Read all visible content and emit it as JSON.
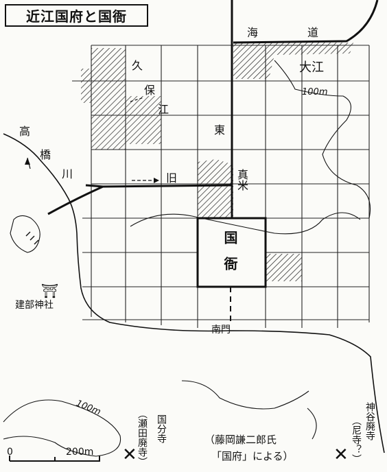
{
  "title": "近江国府と国衙",
  "labels": {
    "umi": "海",
    "michi": "道",
    "ku": "久",
    "ho": "保",
    "e": "江",
    "ooe": "大江",
    "contour_100m_upper": "100m",
    "higashi": "東",
    "shinmai": "真米",
    "kyu": "旧",
    "takahashi_taka": "高",
    "takahashi_hashi": "橋",
    "kawa": "川",
    "kokuga": "国衙",
    "shrine_mark": "⛩",
    "takebe_shrine": "建部神社",
    "nanmon": "南門",
    "contour_100m_lower": "100m",
    "kokubunji": "国分寺",
    "seta_haiji": "（瀬田廃寺）",
    "jingu_haiji": "神谷廃寺",
    "niji": "（尼寺？）",
    "source_line1": "（藤岡謙二郎氏",
    "source_line2": "「国府」による）",
    "scale_0": "0",
    "scale_200": "200m",
    "site_mark": "✕"
  }
}
